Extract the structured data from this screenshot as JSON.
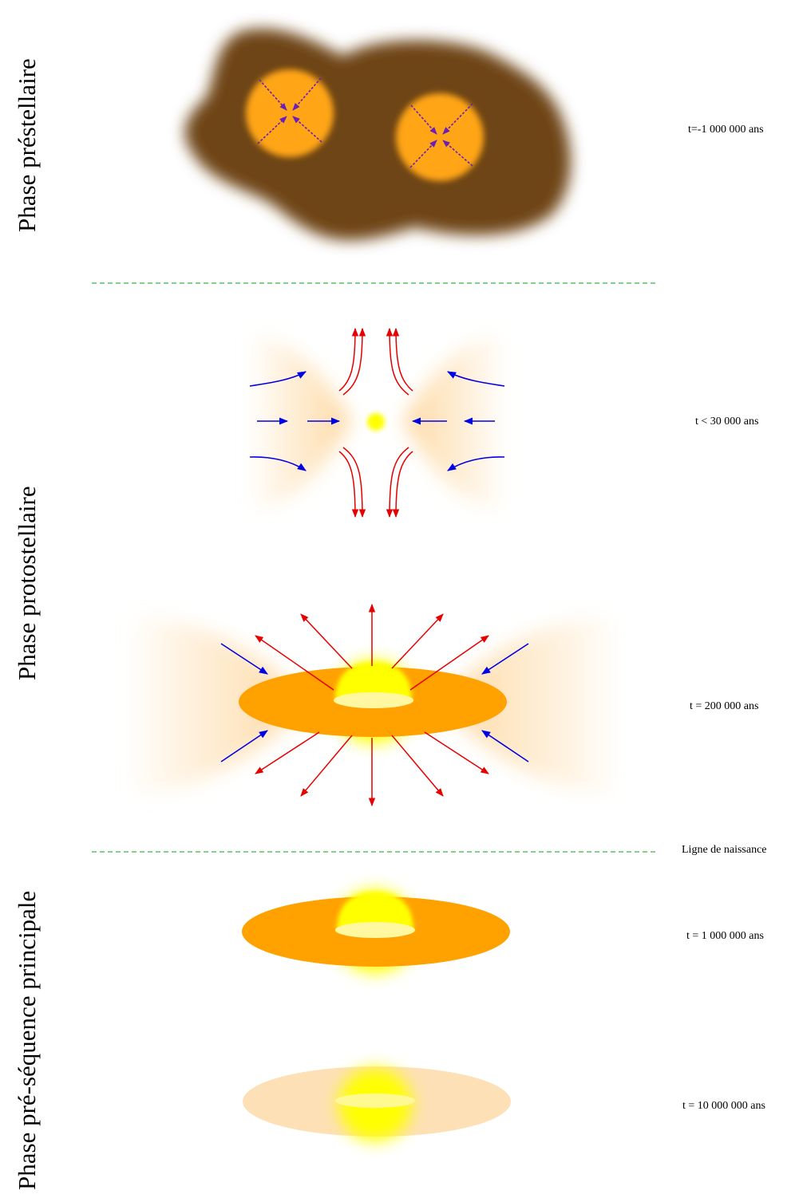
{
  "phases": {
    "prestellaire": "Phase préstellaire",
    "protostellaire": "Phase protostellaire",
    "pre_sequence": "Phase pré-séquence principale"
  },
  "times": {
    "t1": "t=-1 000 000 ans",
    "t2": "t < 30 000 ans",
    "t3": "t = 200 000 ans",
    "birthline": "Ligne de naissance",
    "t4": "t = 1 000 000 ans",
    "t5": "t = 10 000 000 ans"
  },
  "colors": {
    "cloud": "#6e4516",
    "core": "#ffa516",
    "envelope": "#fdd9a3",
    "disk": "#ffa200",
    "disk_faded": "#fde0b5",
    "star": "#ffff00",
    "infall_arrow": "#0000e6",
    "outflow_arrow": "#e60000",
    "collapse_arrow": "#6a1fb8",
    "separator": "#3bb33b"
  }
}
